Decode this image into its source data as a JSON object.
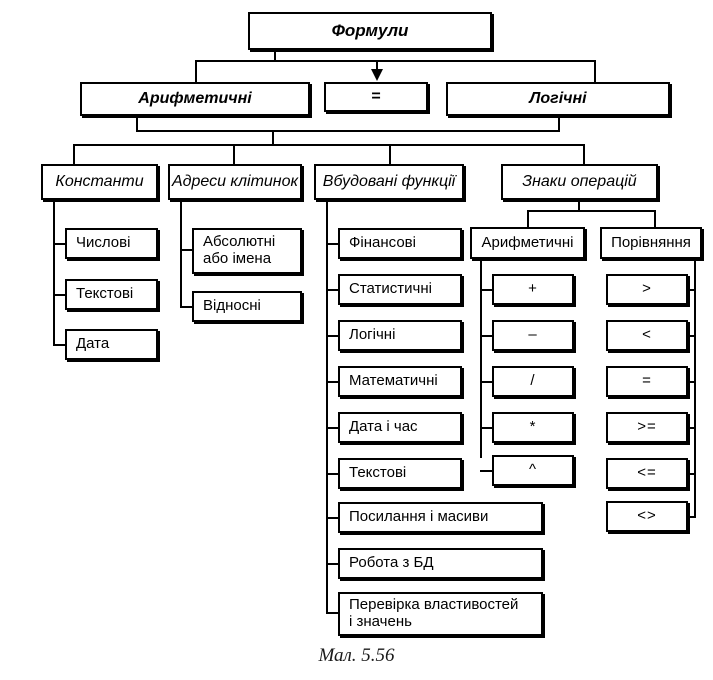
{
  "figure": {
    "caption": "Мал. 5.56",
    "root": "Формули",
    "accent_color": "#000000",
    "background_color": "#ffffff"
  },
  "level1": {
    "root_label": "Формули"
  },
  "level2": {
    "arithmetic_label": "Арифметичні",
    "equals_label": "=",
    "logical_label": "Логічні"
  },
  "level3": {
    "constants_label": "Константи",
    "cell_addresses_label": "Адреси клітинок",
    "builtin_functions_label": "Вбудовані функції",
    "operation_signs_label": "Знаки операцій"
  },
  "constants_children": [
    {
      "label": "Числові"
    },
    {
      "label": "Текстові"
    },
    {
      "label": "Дата"
    }
  ],
  "address_children": [
    {
      "line1": "Абсолютні",
      "line2": "або імена"
    },
    {
      "line1": "Відносні",
      "line2": ""
    }
  ],
  "function_children": [
    {
      "label": "Фінансові"
    },
    {
      "label": "Статистичні"
    },
    {
      "label": "Логічні"
    },
    {
      "label": "Математичні"
    },
    {
      "label": "Дата і час"
    },
    {
      "label": "Текстові"
    },
    {
      "label": "Посилання і масиви"
    },
    {
      "label": "Робота з БД"
    }
  ],
  "function_children_wide": {
    "line1": "Перевірка властивостей",
    "line2": "і значень"
  },
  "operations": {
    "arithmetic_label": "Арифметичні",
    "comparison_label": "Порівняння",
    "arithmetic_ops": [
      {
        "symbol": "+"
      },
      {
        "symbol": "–"
      },
      {
        "symbol": "/"
      },
      {
        "symbol": "*"
      },
      {
        "symbol": "^"
      }
    ],
    "comparison_ops": [
      {
        "symbol": ">"
      },
      {
        "symbol": "<"
      },
      {
        "symbol": "="
      },
      {
        "symbol": ">="
      },
      {
        "symbol": "<="
      },
      {
        "symbol": "<>"
      }
    ]
  }
}
